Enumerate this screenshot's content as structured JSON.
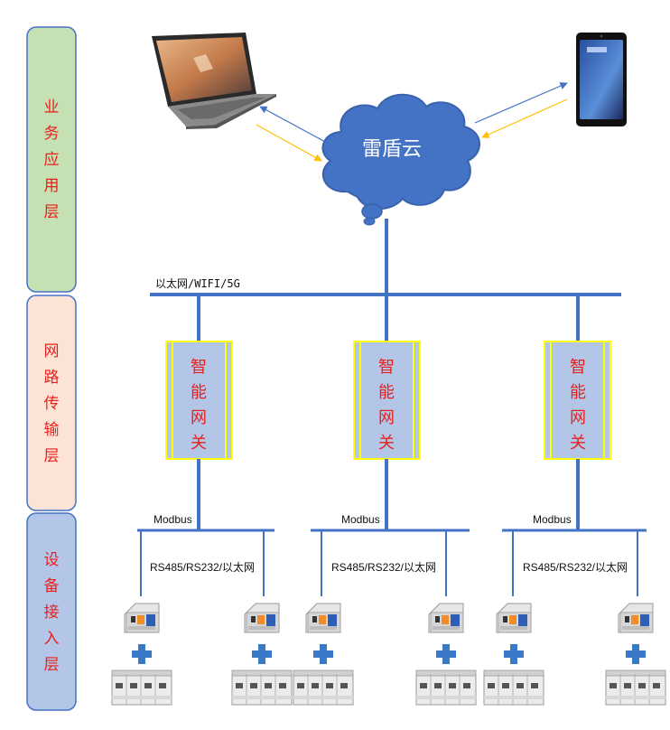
{
  "layers": {
    "app": "业务应用层",
    "net": "网路传输层",
    "device": "设备接入层"
  },
  "cloud": {
    "label": "雷盾云"
  },
  "network": {
    "label": "以太网/WIFI/5G"
  },
  "gateways": [
    {
      "label": "智能网关",
      "bus": "Modbus",
      "sub": "RS485/RS232/以太网"
    },
    {
      "label": "智能网关",
      "bus": "Modbus",
      "sub": "RS485/RS232/以太网"
    },
    {
      "label": "智能网关",
      "bus": "Modbus",
      "sub": "RS485/RS232/以太网"
    }
  ],
  "colors": {
    "layer_app_fill": "#c5e0b3",
    "layer_net_fill": "#fbe4d5",
    "layer_device_fill": "#b4c6e7",
    "layer_border": "#4472c4",
    "line": "#4472c4",
    "cloud": "#4472c4",
    "gateway_fill": "#b4c6e7",
    "gateway_border": "#ffff00",
    "arrow_blue": "#4472c4",
    "arrow_orange": "#ffc000",
    "label_red": "#e8201c"
  },
  "icons": [
    "laptop-icon",
    "smartphone-icon",
    "circuit-breaker-icon",
    "plus-icon",
    "surge-protector-icon"
  ]
}
